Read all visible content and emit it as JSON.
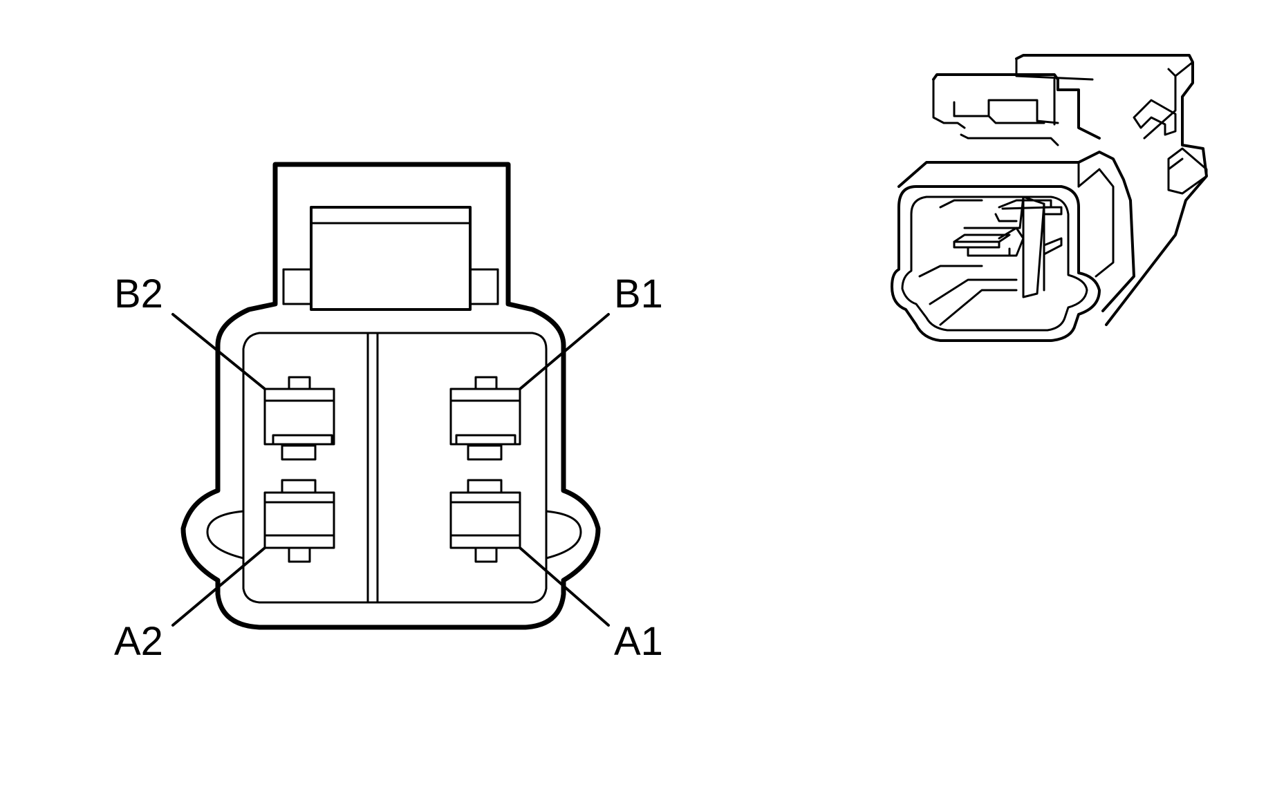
{
  "diagram": {
    "pins": [
      {
        "id": "b2",
        "label": "B2"
      },
      {
        "id": "b1",
        "label": "B1"
      },
      {
        "id": "a2",
        "label": "A2"
      },
      {
        "id": "a1",
        "label": "A1"
      }
    ],
    "colors": {
      "line": "#000000",
      "background": "#ffffff"
    }
  }
}
